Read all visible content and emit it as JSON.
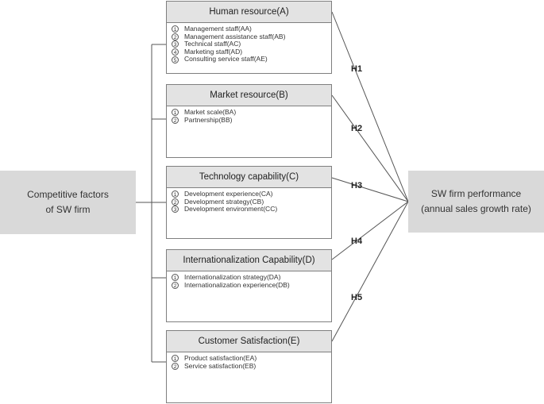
{
  "left_box": {
    "line1": "Competitive factors",
    "line2": "of SW firm"
  },
  "right_box": {
    "line1": "SW firm performance",
    "line2": "(annual sales growth rate)"
  },
  "factors": [
    {
      "title": "Human resource(A)",
      "items": [
        {
          "num": "1",
          "label": "Management staff(AA)"
        },
        {
          "num": "2",
          "label": "Management assistance staff(AB)"
        },
        {
          "num": "3",
          "label": "Technical staff(AC)"
        },
        {
          "num": "4",
          "label": "Marketing staff(AD)"
        },
        {
          "num": "5",
          "label": "Consulting service staff(AE)"
        }
      ]
    },
    {
      "title": "Market resource(B)",
      "items": [
        {
          "num": "1",
          "label": "Market scale(BA)"
        },
        {
          "num": "2",
          "label": "Partnership(BB)"
        }
      ]
    },
    {
      "title": "Technology capability(C)",
      "items": [
        {
          "num": "1",
          "label": "Development experience(CA)"
        },
        {
          "num": "2",
          "label": "Development strategy(CB)"
        },
        {
          "num": "3",
          "label": "Development environment(CC)"
        }
      ]
    },
    {
      "title": "Internationalization Capability(D)",
      "items": [
        {
          "num": "1",
          "label": "Internationalization strategy(DA)"
        },
        {
          "num": "2",
          "label": "Internationalization experience(DB)"
        }
      ]
    },
    {
      "title": "Customer Satisfaction(E)",
      "items": [
        {
          "num": "1",
          "label": "Product satisfaction(EA)"
        },
        {
          "num": "2",
          "label": "Service satisfaction(EB)"
        }
      ]
    }
  ],
  "hypotheses": [
    "H1",
    "H2",
    "H3",
    "H4",
    "H5"
  ]
}
